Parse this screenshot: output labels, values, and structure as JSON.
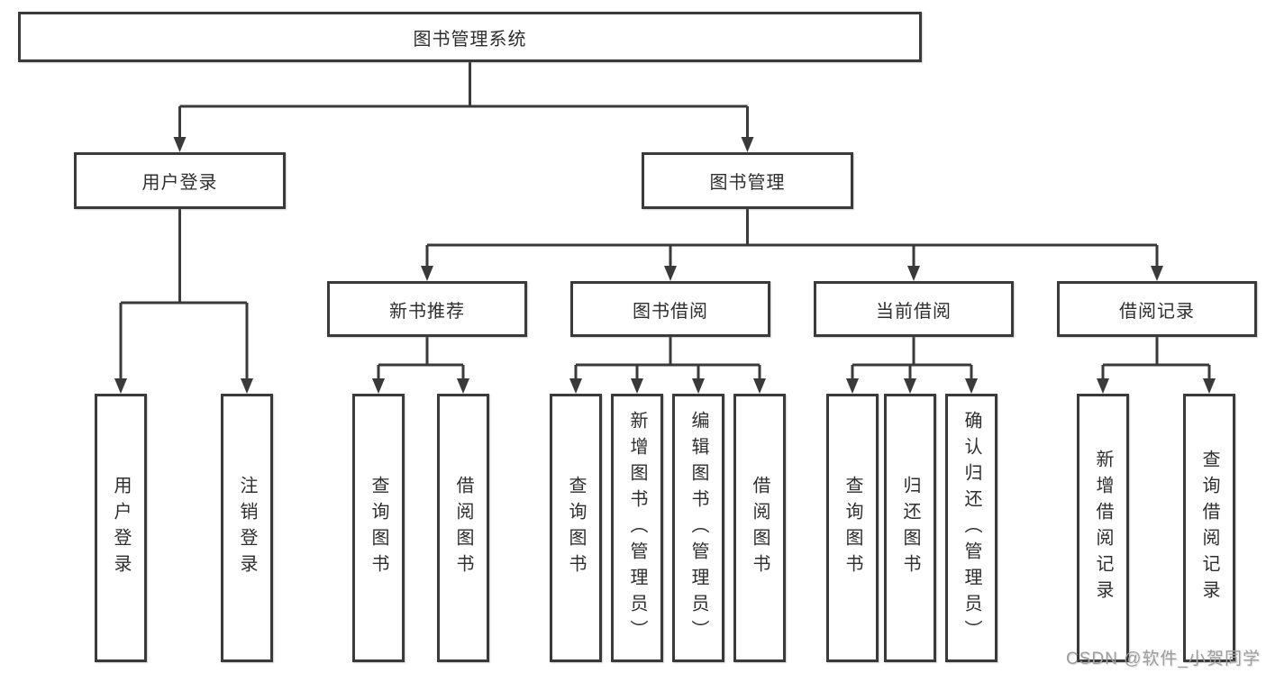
{
  "diagram": {
    "root": {
      "label": "图书管理系统"
    },
    "level2": [
      {
        "label": "用户登录"
      },
      {
        "label": "图书管理"
      }
    ],
    "level3": [
      {
        "label": "新书推荐",
        "parent": "图书管理"
      },
      {
        "label": "图书借阅",
        "parent": "图书管理"
      },
      {
        "label": "当前借阅",
        "parent": "图书管理"
      },
      {
        "label": "借阅记录",
        "parent": "图书管理"
      }
    ],
    "leaves": [
      {
        "label": "用户登录",
        "parent": "用户登录"
      },
      {
        "label": "注销登录",
        "parent": "用户登录"
      },
      {
        "label": "查询图书",
        "parent": "新书推荐"
      },
      {
        "label": "借阅图书",
        "parent": "新书推荐"
      },
      {
        "label": "查询图书",
        "parent": "图书借阅"
      },
      {
        "label": "新增图书（管理员）",
        "parent": "图书借阅"
      },
      {
        "label": "编辑图书（管理员）",
        "parent": "图书借阅"
      },
      {
        "label": "借阅图书",
        "parent": "图书借阅"
      },
      {
        "label": "查询图书",
        "parent": "当前借阅"
      },
      {
        "label": "归还图书",
        "parent": "当前借阅"
      },
      {
        "label": "确认归还（管理员）",
        "parent": "当前借阅"
      },
      {
        "label": "新增借阅记录",
        "parent": "借阅记录"
      },
      {
        "label": "查询借阅记录",
        "parent": "借阅记录"
      }
    ]
  },
  "watermark": "CSDN @软件_小贺同学",
  "colors": {
    "line": "#3a3a3a",
    "text": "#2e2e2e",
    "background": "#ffffff",
    "watermark": "#9e9e9e"
  }
}
